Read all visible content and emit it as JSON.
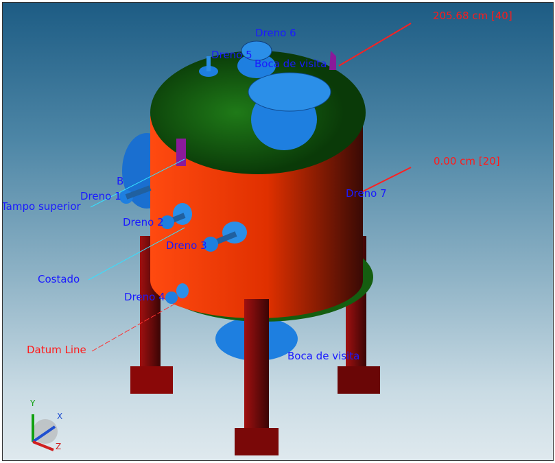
{
  "labels": {
    "dim_top": "205.68 cm  [40]",
    "dim_bottom": "0.00 cm  [20]",
    "dreno1": "Dreno 1",
    "dreno2": "Dreno 2",
    "dreno3": "Dreno 3",
    "dreno4": "Dreno 4",
    "dreno5": "Dreno 5",
    "dreno6": "Dreno 6",
    "dreno7": "Dreno 7",
    "boca_top": "Boca de visita",
    "boca_bottom": "Boca de visita",
    "boca_side": "B",
    "tampo": "Tampo superior",
    "costado": "Costado",
    "datum": "Datum Line"
  },
  "axes": {
    "x": "X",
    "y": "Y",
    "z": "Z"
  },
  "colors": {
    "shell": "#f03a0a",
    "head": "#1b6e10",
    "nozzle": "#1e7fe0",
    "leg": "#7a0a0a",
    "lug": "#8a1a9a"
  }
}
